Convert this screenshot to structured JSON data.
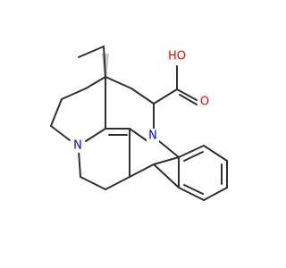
{
  "molecule": {
    "atom_labels": {
      "oxygen_carbonyl": "O",
      "hydroxyl": "HO",
      "nitrogen_indole": "N",
      "nitrogen_amine": "N"
    },
    "colors": {
      "bond": "#303030",
      "oxygen": "#ff0000",
      "nitrogen": "#0000ff",
      "hydrogen_label": "#ff0000",
      "background": "#ffffff"
    }
  }
}
